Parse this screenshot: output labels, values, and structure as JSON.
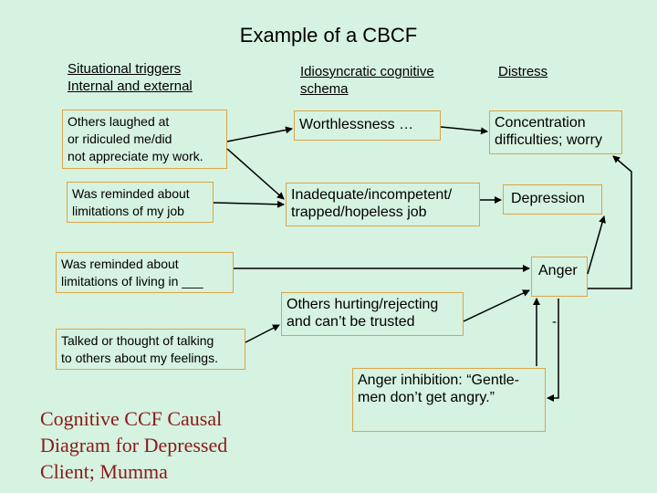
{
  "title": "Example of a CBCF",
  "headers": {
    "triggers": [
      "Situational triggers",
      "Internal and external"
    ],
    "schema": [
      "Idiosyncratic cognitive",
      "schema"
    ],
    "distress": [
      "Distress"
    ]
  },
  "triggers": [
    {
      "lines": [
        "Others laughed at",
        "or ridiculed me/did",
        "not appreciate my work."
      ]
    },
    {
      "lines": [
        "Was reminded about",
        "limitations of my job"
      ]
    },
    {
      "lines": [
        "Was reminded about",
        "limitations of living in ___"
      ]
    },
    {
      "lines": [
        "Talked or thought of talking",
        "to others about my feelings."
      ]
    }
  ],
  "schemas": [
    {
      "lines": [
        "Worthlessness …"
      ]
    },
    {
      "lines": [
        "Inadequate/incompetent/",
        "trapped/hopeless job"
      ]
    },
    {
      "lines": [
        "Others hurting/rejecting",
        "and can’t be trusted"
      ]
    },
    {
      "lines": [
        "Anger inhibition: “Gentle-",
        "men don’t get angry.”"
      ]
    }
  ],
  "distress": [
    {
      "lines": [
        "Concentration",
        "difficulties; worry"
      ]
    },
    {
      "lines": [
        "Depression"
      ]
    },
    {
      "lines": [
        "Anger"
      ]
    }
  ],
  "minus_sign": "-",
  "caption": [
    "Cognitive CCF Causal",
    "Diagram for Depressed",
    "Client; Mumma"
  ],
  "colors": {
    "background": "#d6f2e0",
    "box_border": "#d9a54a",
    "caption": "#8b1a1a"
  }
}
